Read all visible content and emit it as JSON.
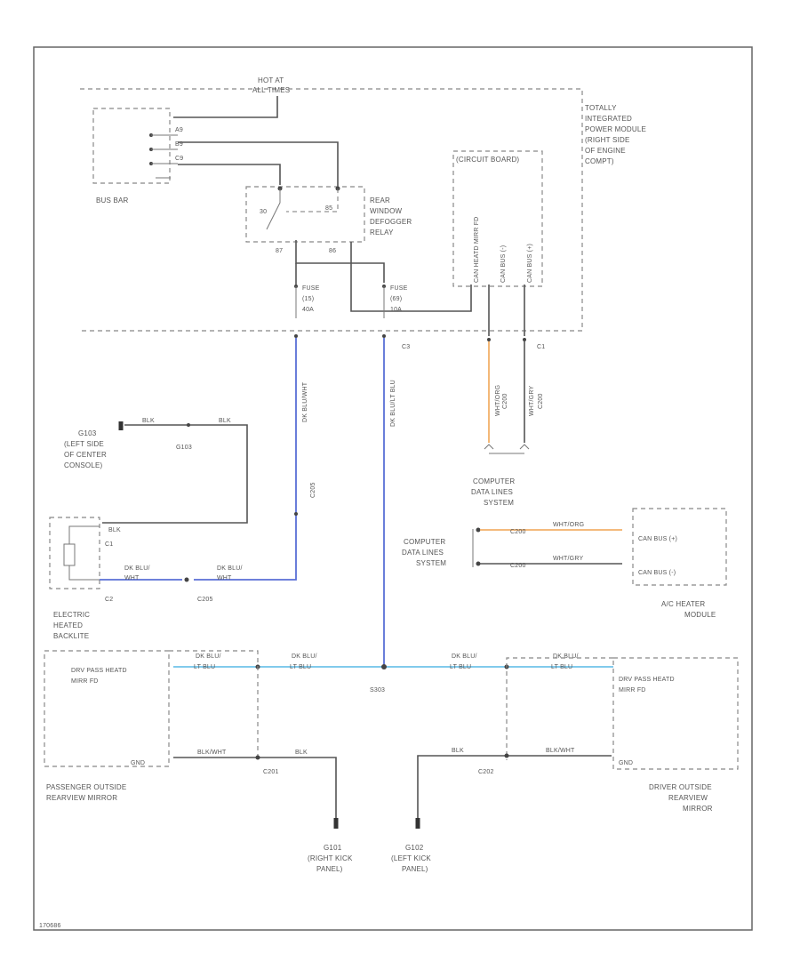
{
  "labels": {
    "hot_at_all_times": [
      "HOT AT",
      "ALL TIMES"
    ],
    "tipm": [
      "TOTALLY",
      "INTEGRATED",
      "POWER MODULE",
      "(RIGHT SIDE",
      "OF ENGINE",
      "COMPT)"
    ],
    "bus_bar": "BUS BAR",
    "circuit_board": "(CIRCUIT BOARD)",
    "relay": [
      "REAR",
      "WINDOW",
      "DEFOGGER",
      "RELAY"
    ],
    "fuse_left": [
      "FUSE",
      "(15)",
      "40A"
    ],
    "fuse_right": [
      "FUSE",
      "(69)",
      "10A"
    ],
    "c3": "C3",
    "c1_right": "C1",
    "g103_label": [
      "G103",
      "(LEFT SIDE",
      "OF CENTER",
      "CONSOLE)"
    ],
    "g103_small": "G103",
    "blk": "BLK",
    "c1": "C1",
    "c2": "C2",
    "c205": "C205",
    "ehb": [
      "ELECTRIC",
      "HEATED",
      "BACKLITE"
    ],
    "dk_blu_wht": [
      "DK BLU/",
      "WHT"
    ],
    "cdl_system_top": [
      "COMPUTER",
      "DATA LINES",
      "SYSTEM"
    ],
    "cdl_system_left": [
      "COMPUTER",
      "DATA LINES",
      "SYSTEM"
    ],
    "can_bus": "C200",
    "wht_org": "WHT/ORG",
    "wht_gry": "WHT/GRY",
    "can_h": "CAN BUS (+)",
    "can_l": "CAN BUS (-)",
    "ac_heater": [
      "A/C HEATER",
      "MODULE"
    ],
    "dk_blu_lt_blu": [
      "DK BLU/",
      "LT BLU"
    ],
    "s303": "S303",
    "drv_mirror_heat": [
      "DRV PASS HEATD",
      "MIRR FD"
    ],
    "gnd": "GND",
    "blk_wht": "BLK/WHT",
    "c201": "C201",
    "c202": "C202",
    "pass_mirror": [
      "PASSENGER OUTSIDE",
      "REARVIEW MIRROR"
    ],
    "drv_mirror": [
      "DRIVER OUTSIDE",
      "REARVIEW",
      "MIRROR"
    ],
    "g101": [
      "G101",
      "(RIGHT KICK",
      "PANEL)"
    ],
    "g102": [
      "G102",
      "(LEFT KICK",
      "PANEL)"
    ],
    "figure_code": "170686"
  }
}
